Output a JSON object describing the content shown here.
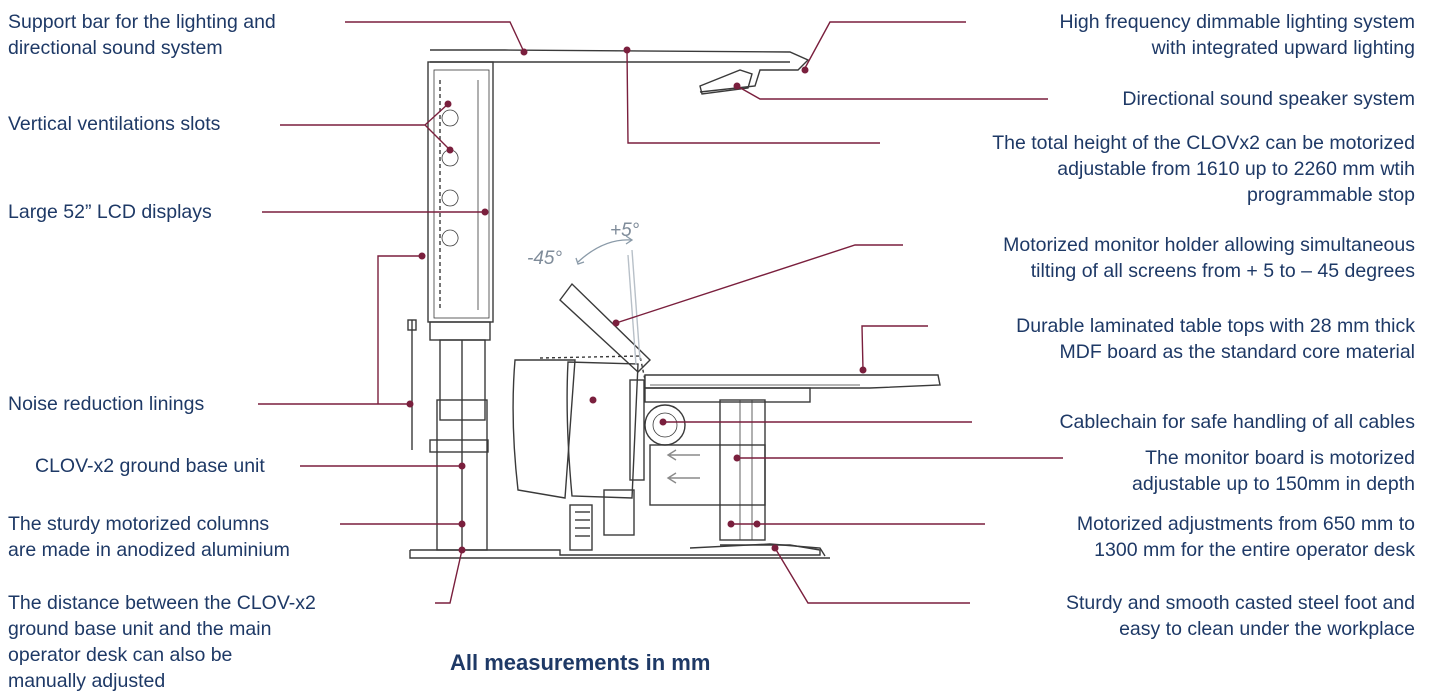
{
  "labels_left": [
    {
      "id": "support-bar",
      "text": "Support bar for the lighting and\ndirectional sound system"
    },
    {
      "id": "ventilation",
      "text": "Vertical ventilations slots"
    },
    {
      "id": "lcd",
      "text": "Large 52” LCD displays"
    },
    {
      "id": "noise",
      "text": "Noise reduction linings"
    },
    {
      "id": "ground-base",
      "text": "CLOV-x2 ground base unit"
    },
    {
      "id": "columns",
      "text": "The sturdy motorized columns\nare made in anodized aluminium"
    },
    {
      "id": "distance",
      "text": "The distance between the CLOV-x2\nground base unit and the main\noperator desk can also be\nmanually adjusted"
    }
  ],
  "labels_right": [
    {
      "id": "lighting",
      "text": "High frequency dimmable lighting system\nwith integrated upward lighting"
    },
    {
      "id": "speaker",
      "text": "Directional sound speaker system"
    },
    {
      "id": "height",
      "text": "The total height of the CLOVx2 can be motorized\nadjustable from 1610 up to 2260 mm wtih\nprogrammable stop"
    },
    {
      "id": "monitor-holder",
      "text": "Motorized monitor holder allowing simultaneous\ntilting of all screens from + 5 to – 45 degrees"
    },
    {
      "id": "table-tops",
      "text": "Durable laminated table tops with 28 mm thick\nMDF board as the standard core material"
    },
    {
      "id": "cablechain",
      "text": "Cablechain for safe handling of all cables"
    },
    {
      "id": "monitor-board",
      "text": "The monitor board is motorized\nadjustable up to 150mm in depth"
    },
    {
      "id": "adjustments",
      "text": "Motorized adjustments from 650 mm to\n1300 mm for the entire operator desk"
    },
    {
      "id": "foot",
      "text": "Sturdy and smooth casted steel foot and\neasy to clean under the workplace"
    }
  ],
  "angles": {
    "plus": "+5°",
    "minus": "-45°"
  },
  "caption": "All measurements in mm",
  "colors": {
    "text": "#1e3966",
    "leader": "#7a1f3d",
    "drawing": "#3a3a3a",
    "arc": "#8a9aa8"
  }
}
